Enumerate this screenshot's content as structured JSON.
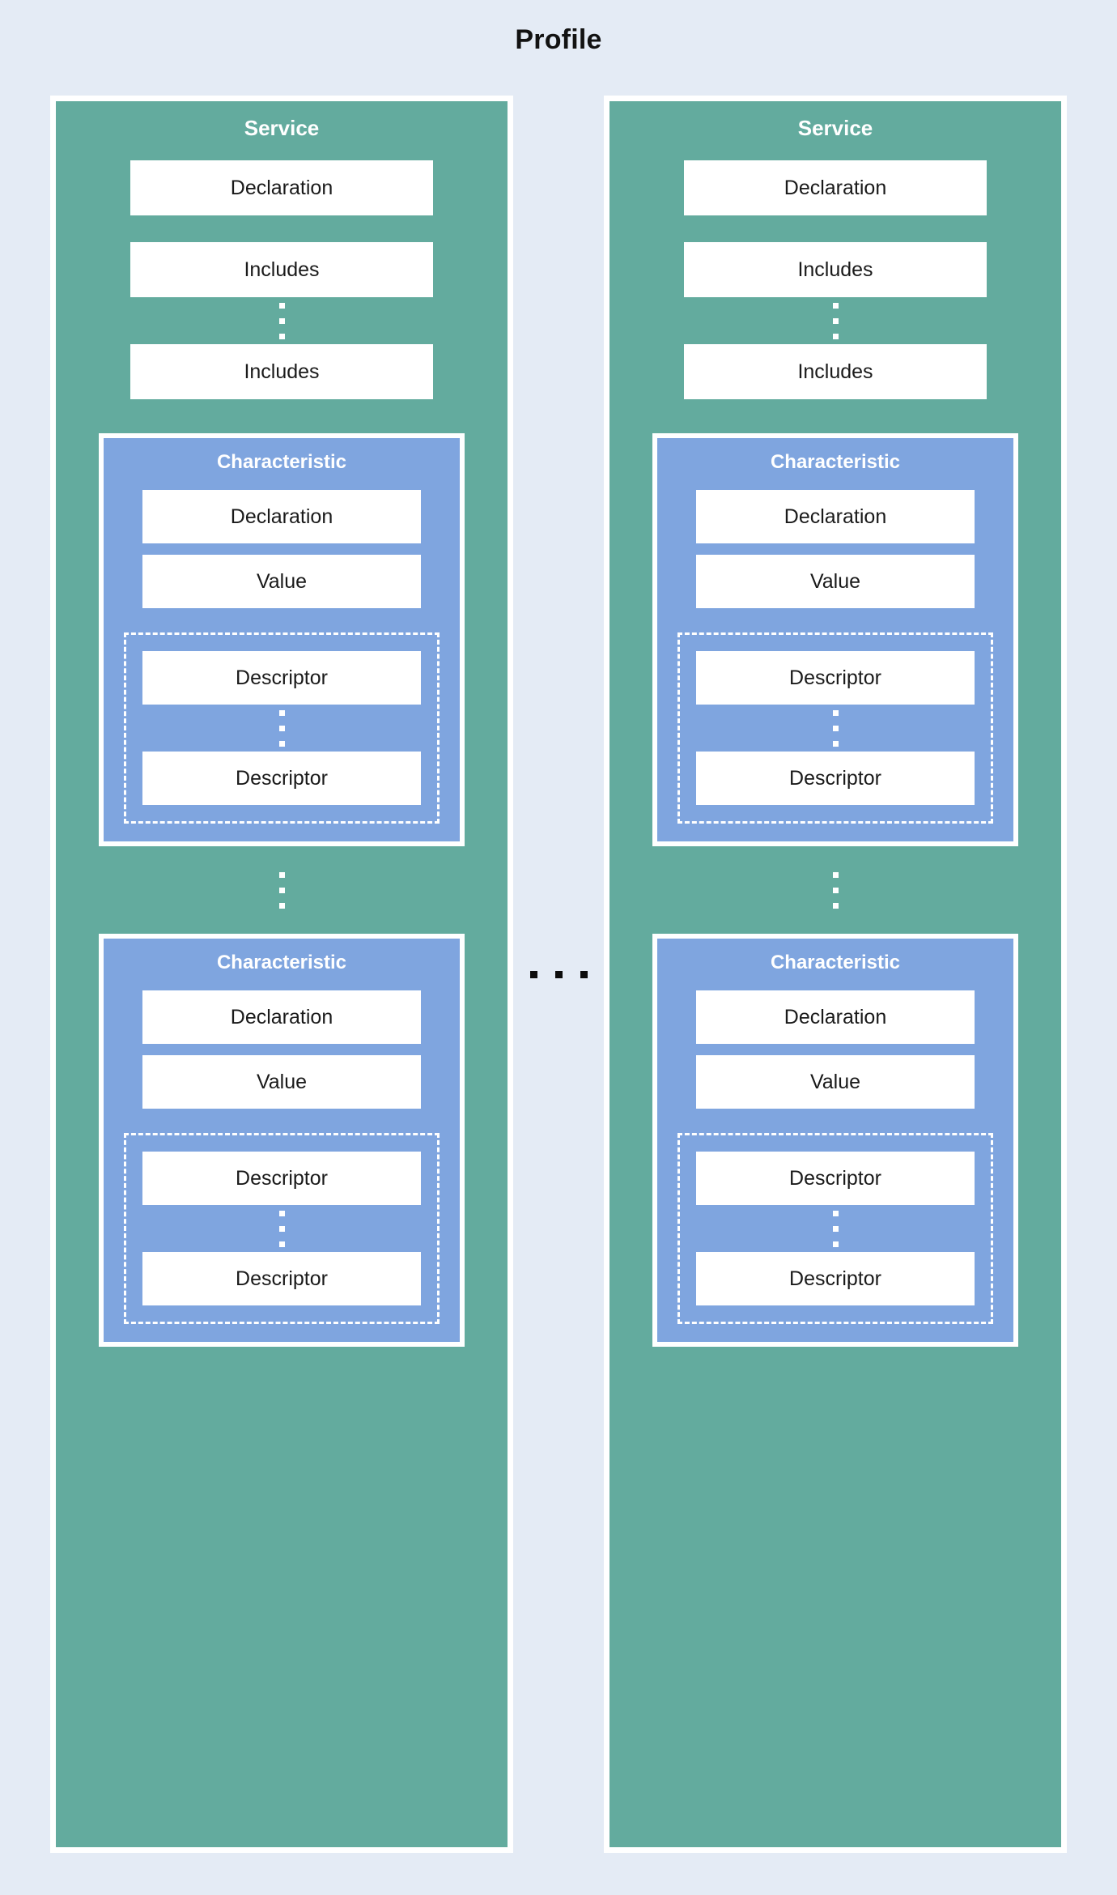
{
  "title": "Profile",
  "colors": {
    "background": "#e4ebf5",
    "service": "#63ab9e",
    "characteristic": "#7fa5df",
    "box": "#ffffff",
    "border": "#ffffff",
    "text_dark": "#1a1a1a",
    "text_light": "#ffffff"
  },
  "labels": {
    "service": "Service",
    "characteristic": "Characteristic",
    "declaration": "Declaration",
    "includes": "Includes",
    "value": "Value",
    "descriptor": "Descriptor"
  },
  "services": [
    {
      "title": "Service",
      "boxes": [
        "Declaration",
        "Includes",
        "Includes"
      ],
      "characteristics": [
        {
          "title": "Characteristic",
          "boxes": [
            "Declaration",
            "Value"
          ],
          "descriptors": [
            "Descriptor",
            "Descriptor"
          ]
        },
        {
          "title": "Characteristic",
          "boxes": [
            "Declaration",
            "Value"
          ],
          "descriptors": [
            "Descriptor",
            "Descriptor"
          ]
        }
      ]
    },
    {
      "title": "Service",
      "boxes": [
        "Declaration",
        "Includes",
        "Includes"
      ],
      "characteristics": [
        {
          "title": "Characteristic",
          "boxes": [
            "Declaration",
            "Value"
          ],
          "descriptors": [
            "Descriptor",
            "Descriptor"
          ]
        },
        {
          "title": "Characteristic",
          "boxes": [
            "Declaration",
            "Value"
          ],
          "descriptors": [
            "Descriptor",
            "Descriptor"
          ]
        }
      ]
    }
  ],
  "ellipses": {
    "services_horizontal": "...",
    "includes_vertical": "⋮",
    "characteristics_vertical": "⋮",
    "descriptors_vertical": "⋮"
  }
}
